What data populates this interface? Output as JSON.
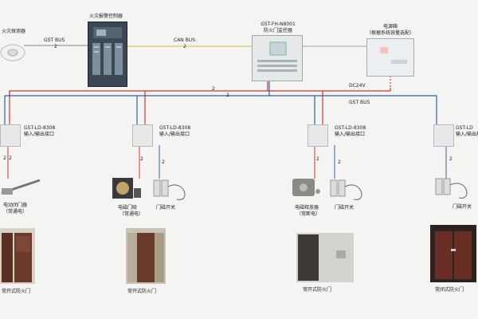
{
  "labels": {
    "smoke_detector": "火灾探测器",
    "fire_panel": "火灾报警控制器",
    "gst_bus_top": "GST BUS",
    "can_bus": "CAN BUS",
    "door_controller_model": "GST-FH-N8001",
    "door_controller_name": "防火门监控器",
    "power_title": "电源箱",
    "power_sub": "（根据系统容量选配）",
    "dc24v": "DC24V",
    "gst_bus_mid": "GST BUS",
    "io_model": "GST-LD-8308",
    "io_model_cut": "GST-LD",
    "io_name": "输入/输出接口",
    "closer_name": "电动闭门器",
    "closer_note": "（常通电）",
    "magnet_name": "电磁门吸",
    "magnet_note": "（常通电）",
    "release_name": "电磁释放器",
    "release_note": "（常断电）",
    "door_switch": "门磁开关",
    "door_open_1": "常开式防火门",
    "door_open_2": "常开式防火门",
    "door_open_3": "常开式防火门",
    "door_closed": "常闭式防火门",
    "wire_count": "2"
  },
  "colors": {
    "red_line": "#d9342b",
    "blue_line": "#2f5fa8",
    "yellow_line": "#d8c65a",
    "gray_line": "#888888",
    "panel_dark": "#3b4754",
    "device_light": "#e6e8ea",
    "door_brown": "#5a2f22"
  },
  "icons": [
    "smoke-detector-icon",
    "fire-panel-icon",
    "door-controller-icon",
    "power-box-icon",
    "io-module-icon",
    "door-closer-icon",
    "electromagnetic-holder-icon",
    "electromagnetic-release-icon",
    "door-switch-icon",
    "fire-door-icon"
  ]
}
